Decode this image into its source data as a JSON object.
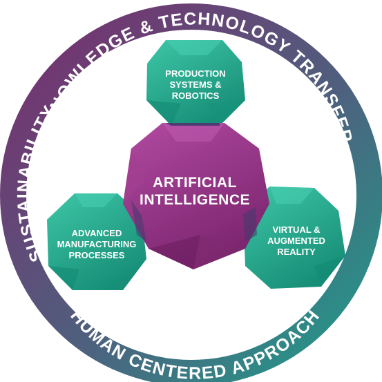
{
  "ring": {
    "top_label": "KNOWLEDGE & TECHNOLOGY TRANSFER",
    "left_label": "SUSTAINABILITY",
    "bottom_label": "HUMAN CENTERED APPROACH"
  },
  "nodes": {
    "center": {
      "line1": "ARTIFICIAL",
      "line2": "INTELLIGENCE"
    },
    "top": {
      "line1": "PRODUCTION",
      "line2": "SYSTEMS &",
      "line3": "ROBOTICS"
    },
    "left": {
      "line1": "ADVANCED",
      "line2": "MANUFACTURING",
      "line3": "PROCESSES"
    },
    "right": {
      "line1": "VIRTUAL &",
      "line2": "AUGMENTED",
      "line3": "REALITY"
    }
  },
  "colors": {
    "teal": "#1ea88c",
    "teal_light": "#3cc3a5",
    "magenta": "#9c3a8a",
    "magenta_dark": "#6e2062",
    "ring_start": "#7a2d6e",
    "ring_end": "#1f9e8a"
  }
}
